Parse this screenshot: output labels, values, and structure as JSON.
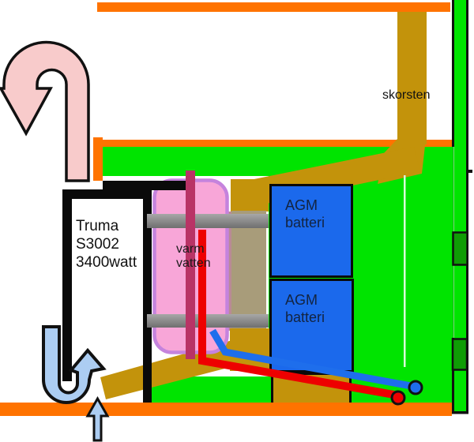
{
  "labels": {
    "chimney": "skorsten",
    "heater": {
      "line1": "Truma",
      "line2": "S3002",
      "line3": "3400watt"
    },
    "hot_water": {
      "line1": "varm",
      "line2": "vatten"
    },
    "battery": {
      "line1": "AGM",
      "line2": "batteri"
    }
  },
  "palette": {
    "orange": "#ff7300",
    "green": "#00e400",
    "green_dark": "#0f9c05",
    "seam": "#d9fcd9",
    "seam_dark": "#00c000",
    "gold": "#c3930b",
    "taupe": "#a89c7a",
    "mauve": "#b98a95",
    "tank_pink": "#f8a6d8",
    "tank_border": "#c583dd",
    "maroon": "#b93366",
    "red": "#ee0000",
    "pipe_blue": "#1e6eec",
    "battery_blue": "#1b69ec",
    "battery_text": "#132440",
    "arrow_pink": "#f8cbcb",
    "arrow_blue": "#accdf2",
    "gray_light": "#a7a7a7",
    "gray_dark": "#6f6f6f",
    "black": "#111111"
  }
}
